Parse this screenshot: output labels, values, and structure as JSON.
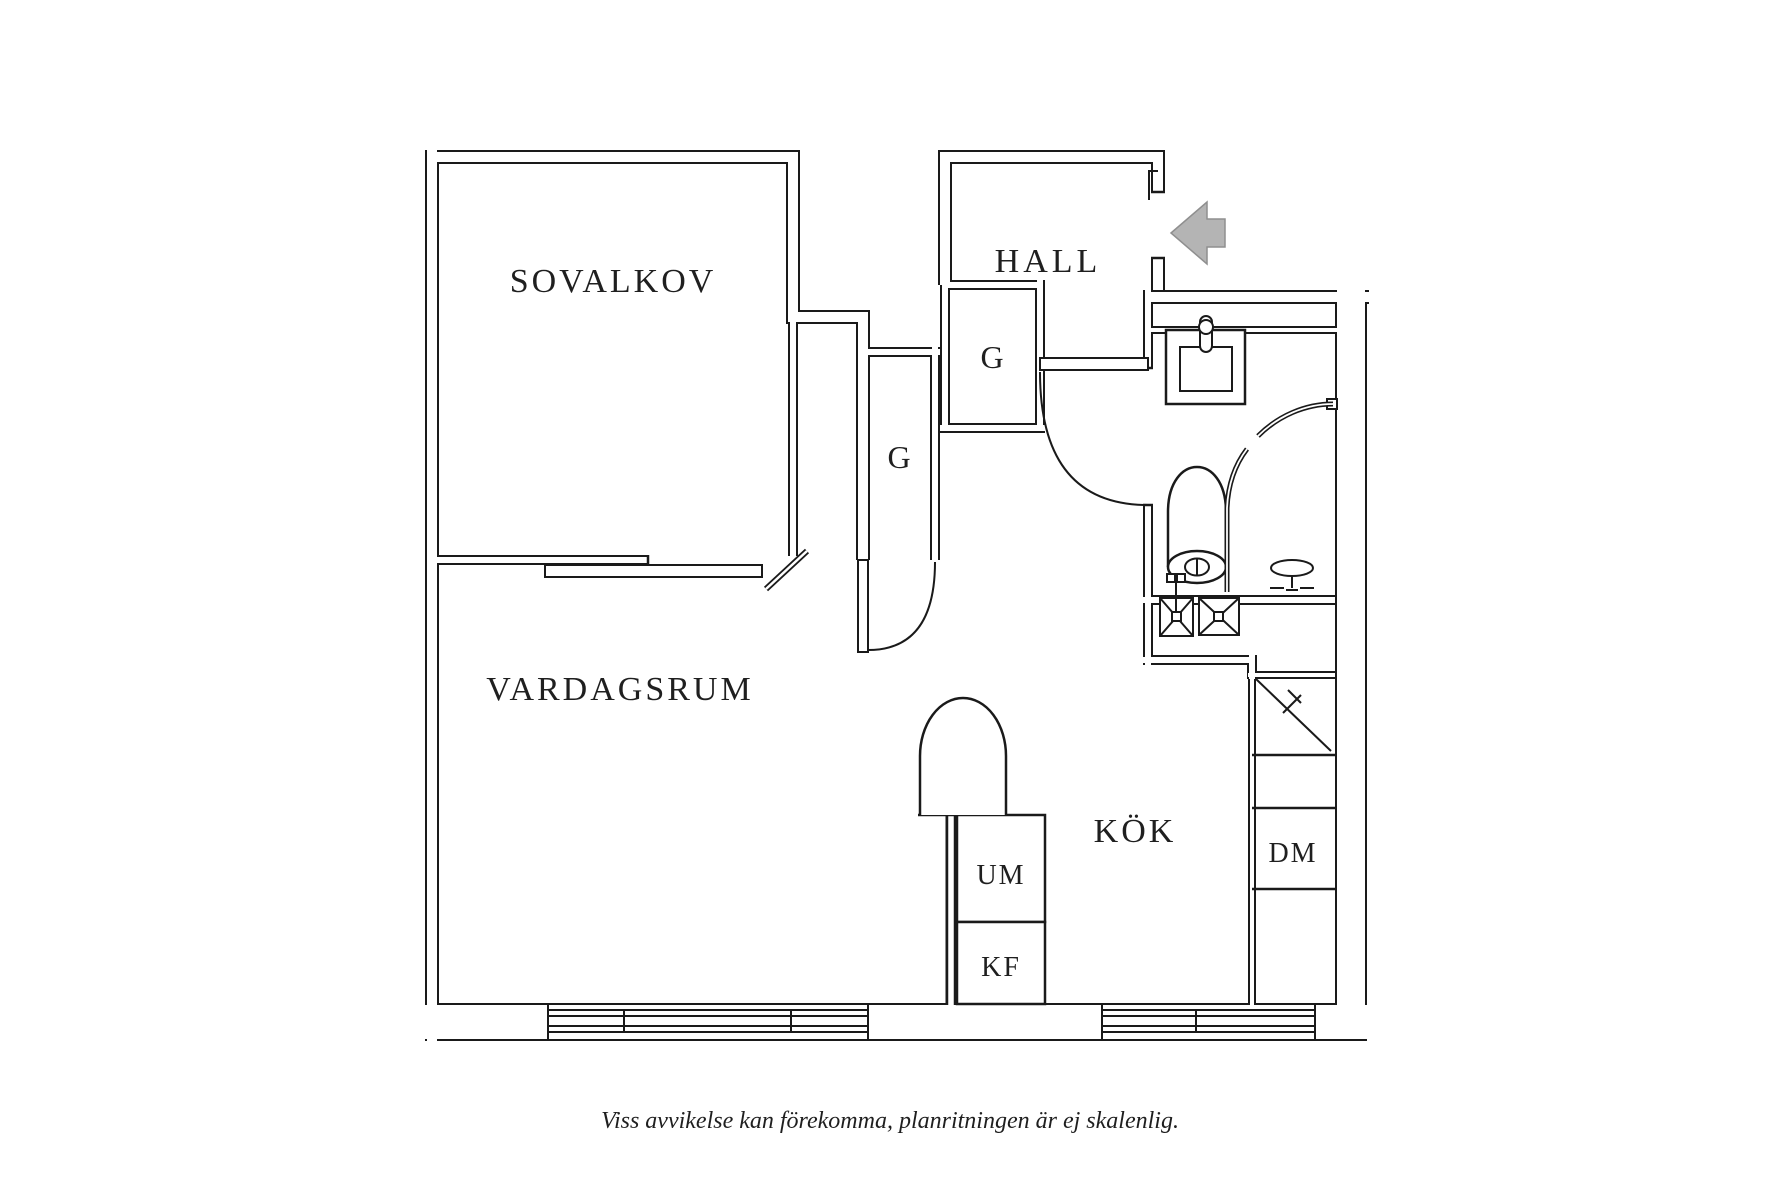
{
  "plan": {
    "title": "apartment-floor-plan",
    "rooms": {
      "sovalkov": "SOVALKOV",
      "hall": "HALL",
      "vardagsrum": "VARDAGSRUM",
      "kok": "KÖK"
    },
    "closets": {
      "g1": "G",
      "g2": "G"
    },
    "appliances": {
      "um": "UM",
      "kf": "KF",
      "dm": "DM"
    },
    "fixtures": [
      "entry-arrow",
      "bathroom-sink",
      "faucet",
      "toilet",
      "shower-rail",
      "floor-drain",
      "washing-machine",
      "tumble-dryer",
      "sliding-door",
      "closet-door-swing",
      "bathroom-door-swing",
      "fireplace-arch",
      "kitchen-counter-sink-symbol",
      "window-left",
      "window-right"
    ],
    "colors": {
      "line": "#1a1a1a",
      "entry_arrow": "#b4b4b4",
      "background": "#ffffff"
    },
    "caption": "Viss avvikelse kan förekomma, planritningen är ej skalenlig."
  }
}
